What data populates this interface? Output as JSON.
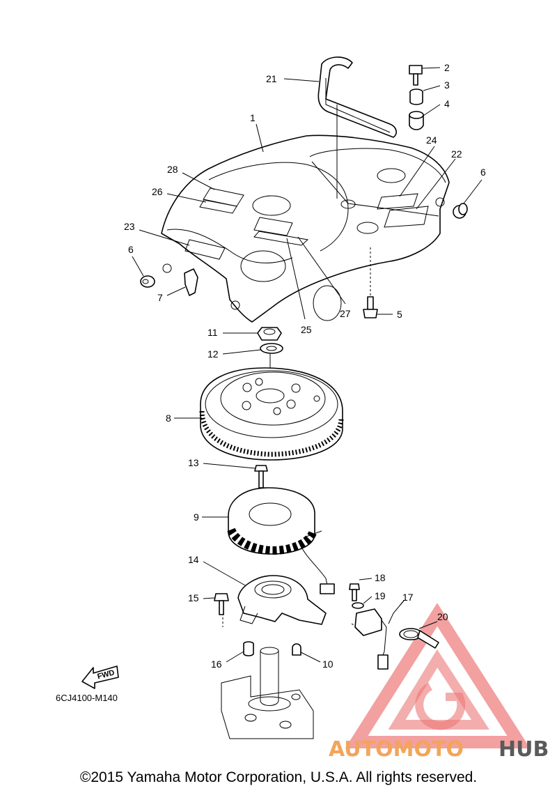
{
  "diagram": {
    "part_code": "6CJ4100-M140",
    "fwd_label": "FWD",
    "copyright": "©2015 Yamaha Motor Corporation, U.S.A. All rights reserved.",
    "watermark": {
      "text_a": "AUTOMOTO",
      "text_b": "HUB",
      "color_a": "#f2a55a",
      "color_b": "#5a5a5a",
      "logo_color": "#e64a4a"
    },
    "callouts": [
      "1",
      "2",
      "3",
      "4",
      "5",
      "6",
      "6",
      "7",
      "8",
      "9",
      "10",
      "11",
      "12",
      "13",
      "14",
      "15",
      "16",
      "17",
      "18",
      "19",
      "20",
      "21",
      "22",
      "23",
      "24",
      "25",
      "26",
      "27",
      "28"
    ]
  }
}
